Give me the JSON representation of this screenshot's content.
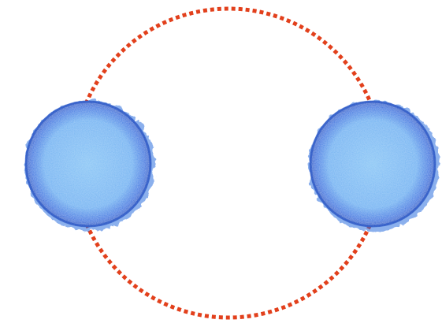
{
  "scene": {
    "background_color": "#ffffff",
    "orbit": {
      "style": "dotted",
      "color": "#e2401c"
    },
    "stars": [
      {
        "name": "left-star",
        "core_color": "#86c3f5",
        "glow_color": "#2f6fe0",
        "rim_color": "#1d4fc4"
      },
      {
        "name": "right-star",
        "core_color": "#86c3f5",
        "glow_color": "#2f6fe0",
        "rim_color": "#1d4fc4"
      }
    ]
  }
}
